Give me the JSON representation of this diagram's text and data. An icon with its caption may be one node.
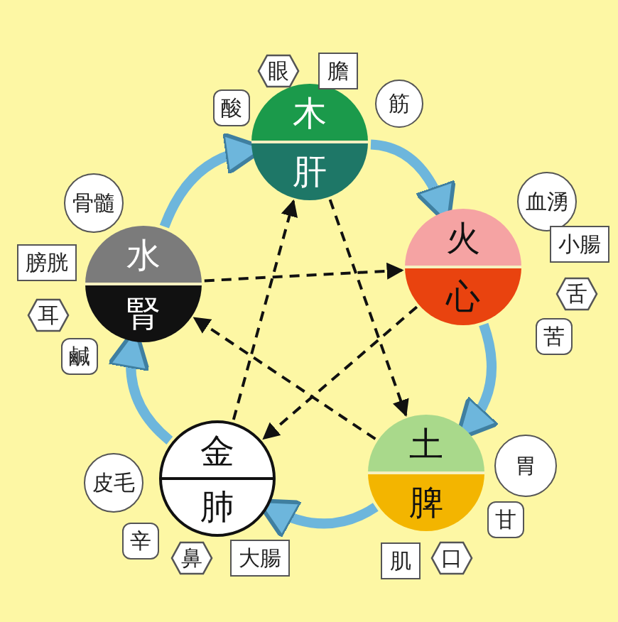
{
  "diagram": {
    "nodes": [
      {
        "text": [
          "木",
          "肝"
        ]
      },
      {
        "text": [
          "眼"
        ]
      },
      {
        "text": [
          "膽"
        ]
      },
      {
        "text": [
          "酸"
        ]
      },
      {
        "text": [
          "筋"
        ]
      },
      {
        "text": [
          "火",
          "心"
        ]
      },
      {
        "text": [
          "血湧"
        ]
      },
      {
        "text": [
          "小腸"
        ]
      },
      {
        "text": [
          "舌"
        ]
      },
      {
        "text": [
          "苦"
        ]
      },
      {
        "text": [
          "土",
          "脾"
        ]
      },
      {
        "text": [
          "胃"
        ]
      },
      {
        "text": [
          "甘"
        ]
      },
      {
        "text": [
          "口"
        ]
      },
      {
        "text": [
          "肌"
        ]
      },
      {
        "text": [
          "金",
          "肺"
        ]
      },
      {
        "text": [
          "皮毛"
        ]
      },
      {
        "text": [
          "辛"
        ]
      },
      {
        "text": [
          "鼻"
        ]
      },
      {
        "text": [
          "大腸"
        ]
      },
      {
        "text": [
          "水",
          "腎"
        ]
      },
      {
        "text": [
          "骨髓"
        ]
      },
      {
        "text": [
          "膀胱"
        ]
      },
      {
        "text": [
          "耳"
        ]
      },
      {
        "text": [
          "鹹"
        ]
      }
    ],
    "edges": [
      {
        "from": 0,
        "to": 5,
        "arrow": "to",
        "style": "thick",
        "color": "#6db6dc"
      },
      {
        "from": 5,
        "to": 10,
        "arrow": "to",
        "style": "thick",
        "color": "#6db6dc"
      },
      {
        "from": 10,
        "to": 15,
        "arrow": "to",
        "style": "thick",
        "color": "#6db6dc"
      },
      {
        "from": 15,
        "to": 20,
        "arrow": "to",
        "style": "thick",
        "color": "#6db6dc"
      },
      {
        "from": 20,
        "to": 0,
        "arrow": "to",
        "style": "thick",
        "color": "#6db6dc"
      },
      {
        "from": 0,
        "to": 10,
        "arrow": "to",
        "style": "dashed",
        "color": "#111111"
      },
      {
        "from": 10,
        "to": 20,
        "arrow": "to",
        "style": "dashed",
        "color": "#111111"
      },
      {
        "from": 20,
        "to": 5,
        "arrow": "to",
        "style": "dashed",
        "color": "#111111"
      },
      {
        "from": 5,
        "to": 15,
        "arrow": "to",
        "style": "dashed",
        "color": "#111111"
      },
      {
        "from": 15,
        "to": 0,
        "arrow": "to",
        "style": "dashed",
        "color": "#111111"
      }
    ]
  }
}
